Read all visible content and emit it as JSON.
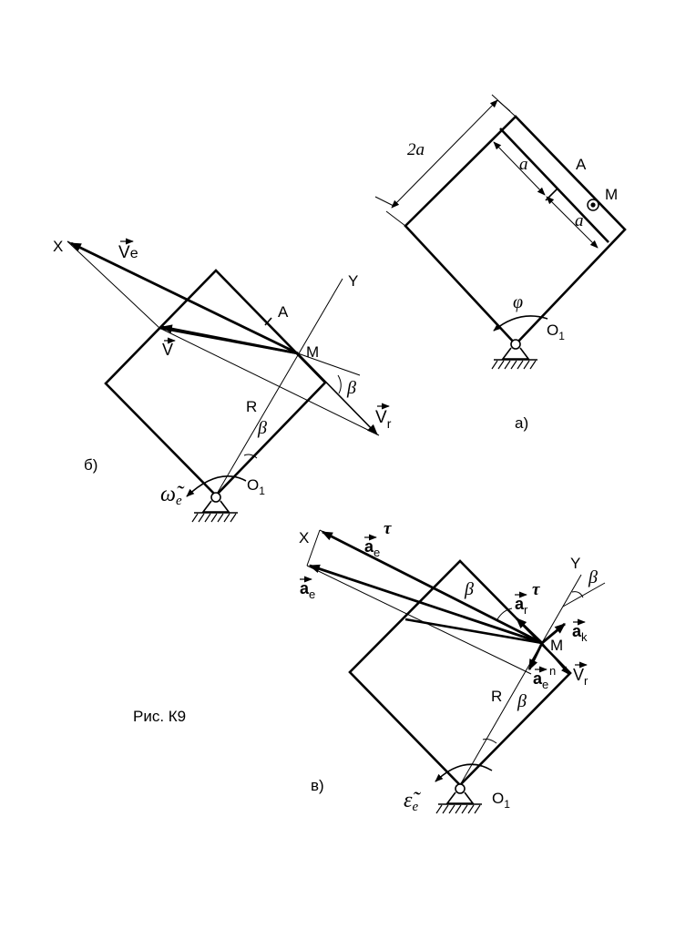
{
  "figure_caption": "Рис. К9",
  "panel_a": {
    "label": "а)",
    "dim_2a": "2a",
    "dim_a_upper": "a",
    "dim_a_lower": "a",
    "point_A": "A",
    "point_M": "M",
    "point_O1": "O",
    "point_O1_sub": "1",
    "angle_phi": "φ"
  },
  "panel_b": {
    "label": "б)",
    "axis_X": "X",
    "axis_Y": "Y",
    "vec_Ve": "V",
    "vec_Ve_sub": "e",
    "vec_V": "V",
    "vec_Vr": "V",
    "vec_Vr_sub": "r",
    "point_A": "A",
    "point_M": "M",
    "point_R": "R",
    "angle_beta_1": "β",
    "angle_beta_2": "β",
    "point_O1": "O",
    "point_O1_sub": "1",
    "omega": "ω̃",
    "omega_sub": "e"
  },
  "panel_c": {
    "label": "в)",
    "axis_X": "X",
    "axis_Y": "Y",
    "a_e_tau": "a",
    "a_e_tau_sub": "e",
    "a_e_tau_sup": "τ",
    "a_e": "a",
    "a_e_sub": "e",
    "a_r_tau": "a",
    "a_r_tau_sub": "r",
    "a_r_tau_sup": "τ",
    "a_k": "a",
    "a_k_sub": "k",
    "a_e_n": "a",
    "a_e_n_sub": "e",
    "a_e_n_sup": "n",
    "vec_Vr": "V",
    "vec_Vr_sub": "r",
    "point_M": "M",
    "point_R": "R",
    "angle_beta_1": "β",
    "angle_beta_2": "β",
    "angle_beta_3": "β",
    "point_O1": "O",
    "point_O1_sub": "1",
    "epsilon": "ε̃",
    "epsilon_sub": "e"
  }
}
